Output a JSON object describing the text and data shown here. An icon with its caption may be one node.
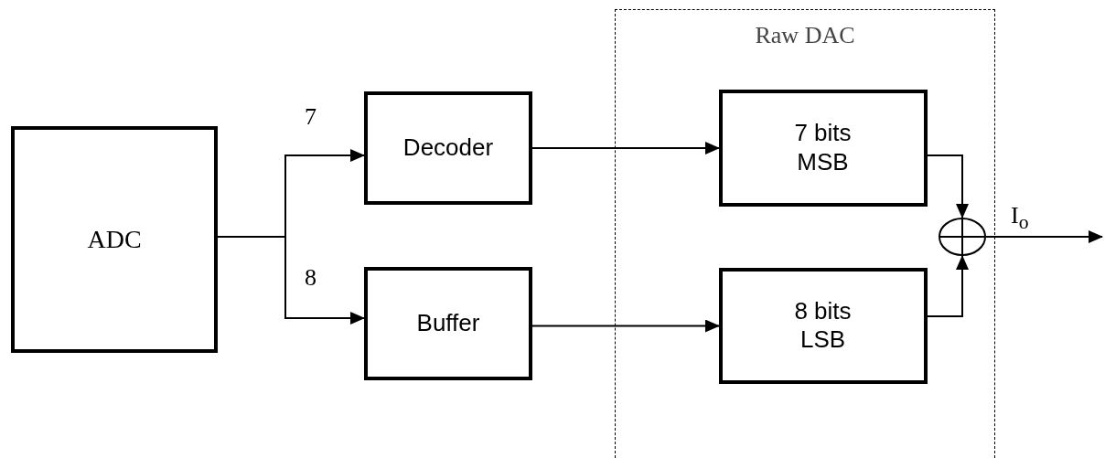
{
  "diagram": {
    "nodes": [
      {
        "text": [
          "ADC"
        ]
      },
      {
        "text": [
          "Decoder"
        ]
      },
      {
        "text": [
          "Buffer"
        ]
      },
      {
        "text": [
          "Raw DAC"
        ]
      },
      {
        "text": [
          "7 bits MSB"
        ],
        "in": 3
      },
      {
        "text": [
          "8 bits LSB"
        ],
        "in": 3
      },
      {
        "text": [],
        "shape": "circle",
        "in": 3
      }
    ],
    "edges": [
      {
        "from": 0,
        "to": 1,
        "arrow": "to",
        "label": "7"
      },
      {
        "from": 0,
        "to": 2,
        "arrow": "to",
        "label": "8"
      },
      {
        "from": 1,
        "to": 4,
        "arrow": "to"
      },
      {
        "from": 2,
        "to": 5,
        "arrow": "to"
      },
      {
        "from": 4,
        "to": 6,
        "arrow": "to"
      },
      {
        "from": 5,
        "to": 6,
        "arrow": "to"
      },
      {
        "from": 6,
        "to": null,
        "arrow": "to",
        "label": "I$_{o}$"
      }
    ]
  }
}
